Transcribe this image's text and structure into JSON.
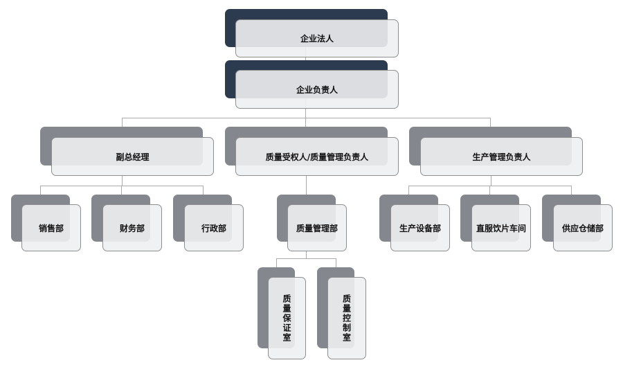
{
  "colors": {
    "dark": "#2c3b4f",
    "grey": "#85878e"
  },
  "nodes": {
    "legal_person": "企业法人",
    "enterprise_head": "企业负责人",
    "deputy_gm": "副总经理",
    "qa_head": "质量受权人/质量管理负责人",
    "production_head": "生产管理负责人",
    "sales": "销售部",
    "finance": "财务部",
    "admin": "行政部",
    "quality_dept": "质量管理部",
    "equipment": "生产设备部",
    "decoction": "直服饮片车间",
    "supply": "供应仓储部",
    "qa_room": "质量保证室",
    "qc_room": "质量控制室"
  }
}
